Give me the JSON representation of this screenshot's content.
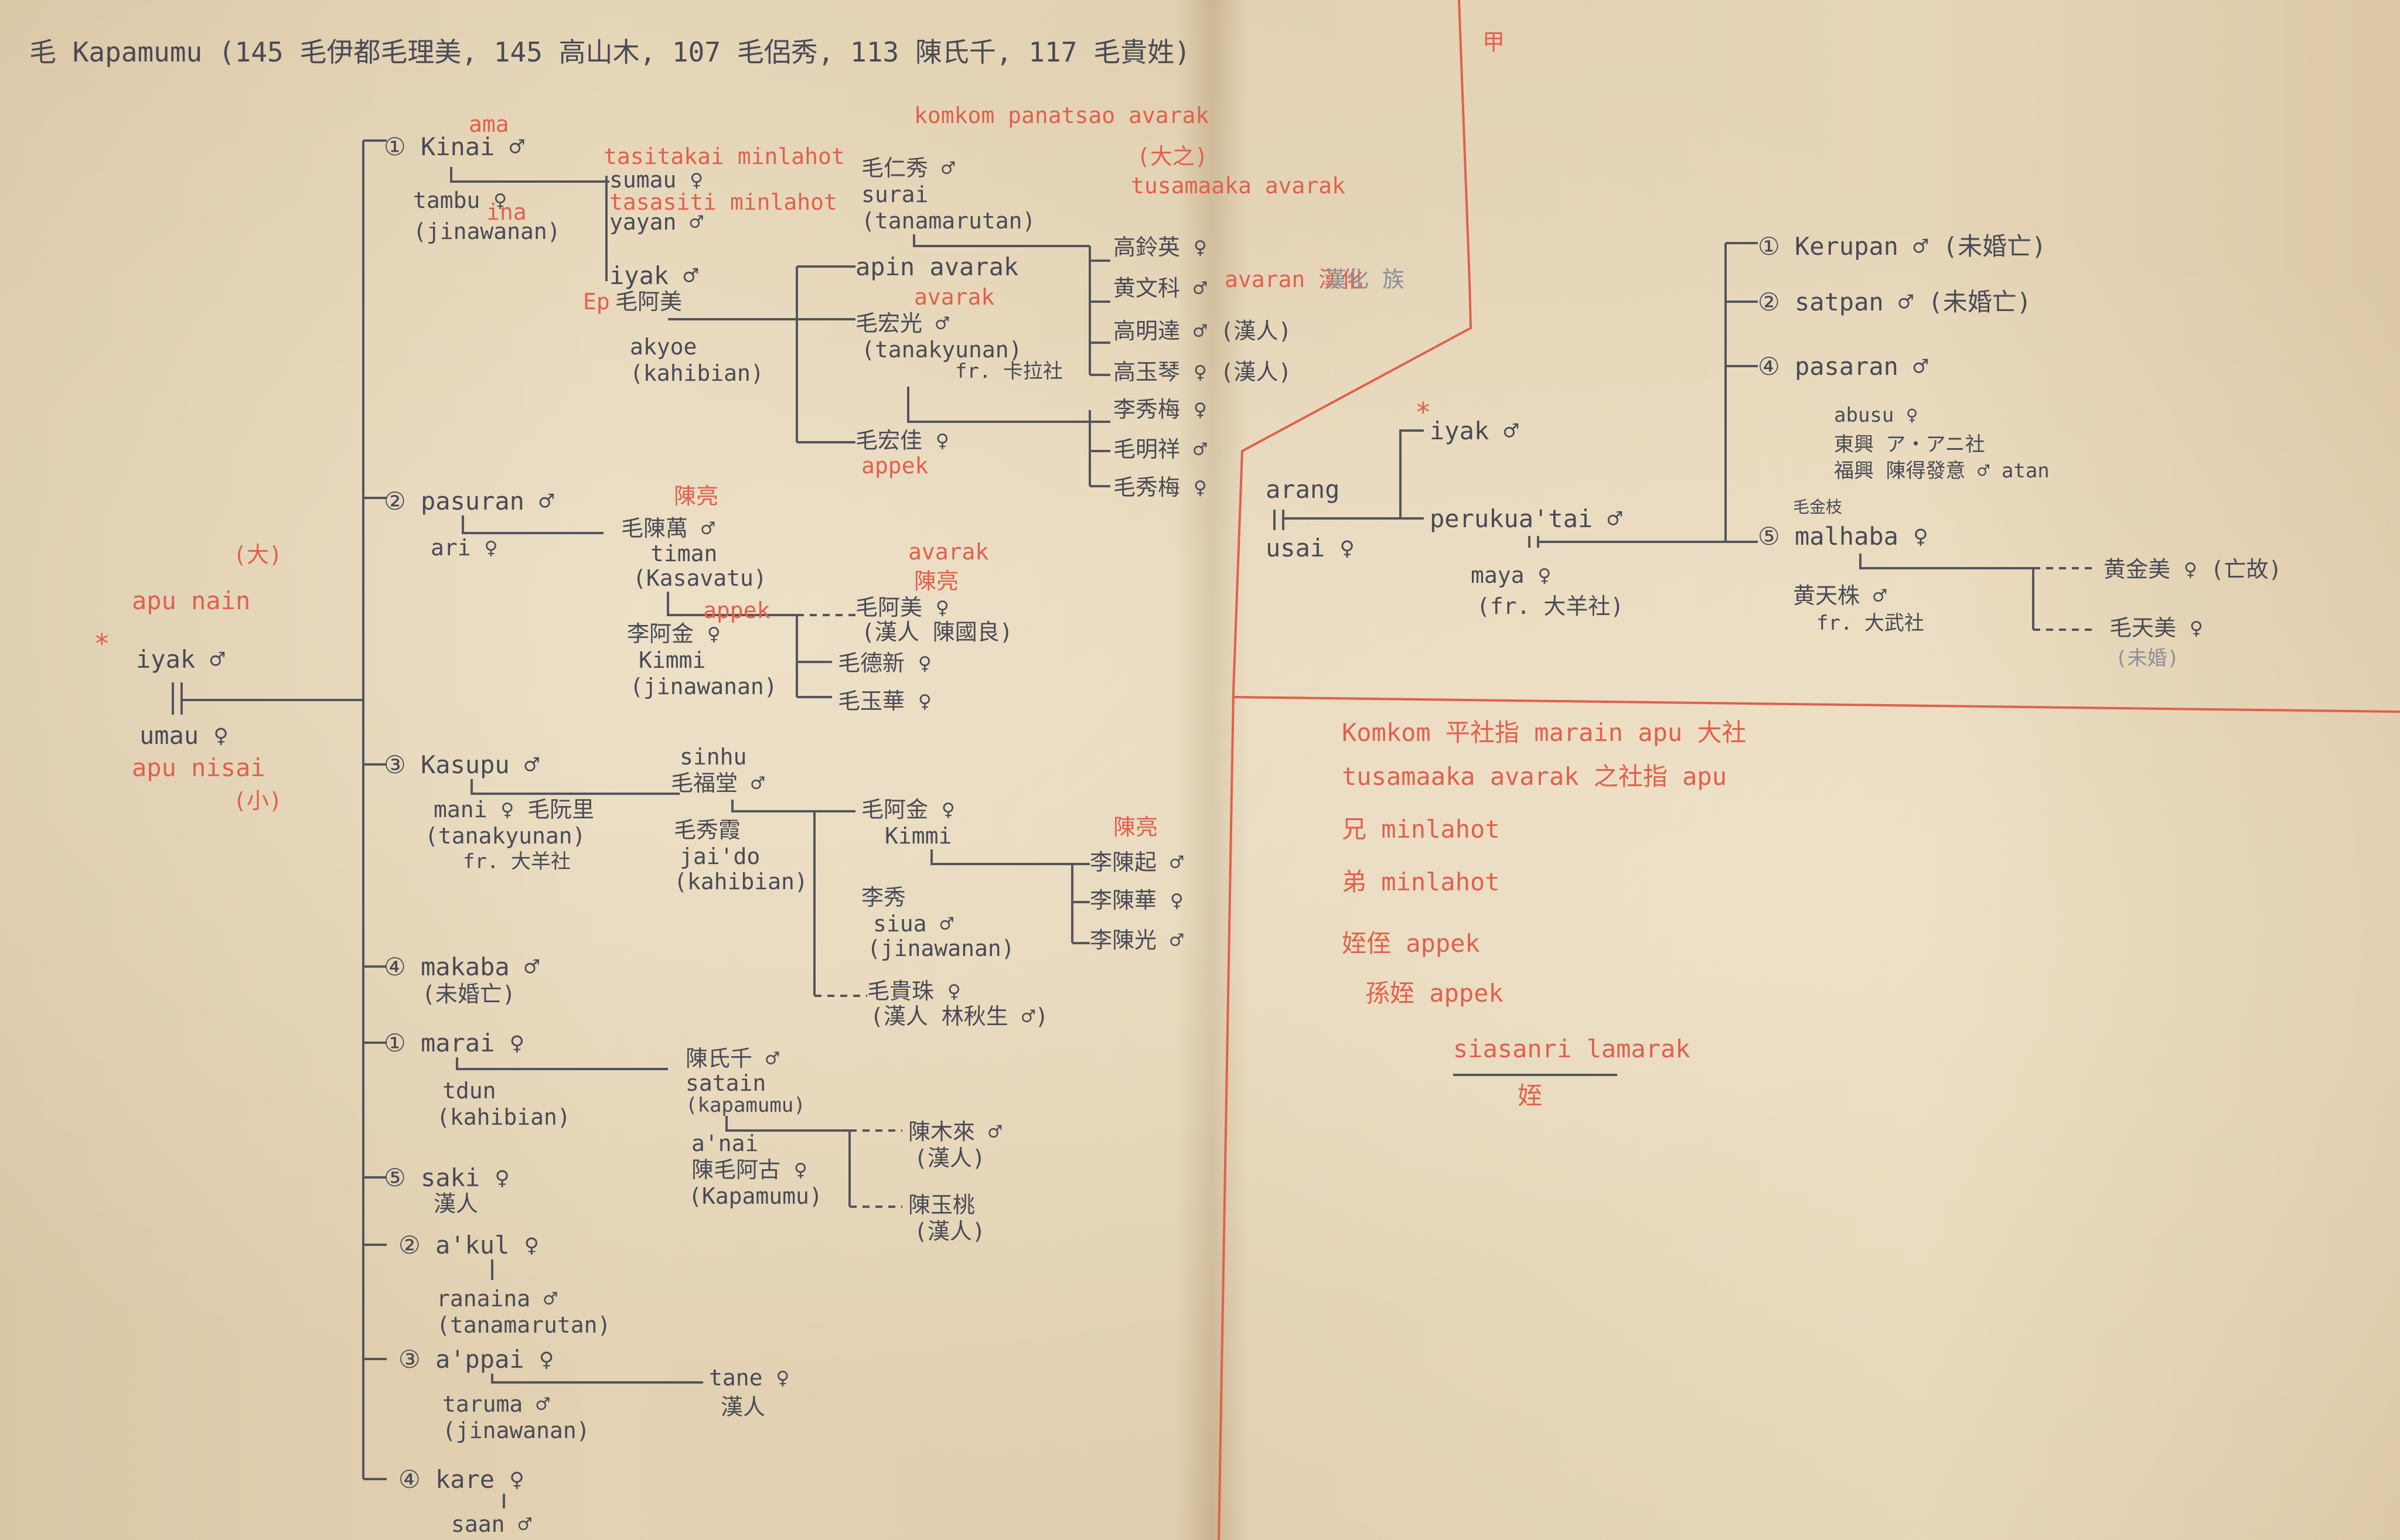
{
  "header": {
    "title": "毛 Kapamumu (145 毛伊都毛理美, 145 高山木, 107 毛侶秀, 113 陳氏千, 117 毛貴姓)"
  },
  "left_page": {
    "root": {
      "marker": "*",
      "husband": "iyak ♂",
      "husband_red": "apu nain",
      "husband_red_note": "(大)",
      "wife": "umau ♀",
      "wife_red": "apu nisai",
      "wife_red_note": "(小)"
    },
    "kinai_branch": {
      "child": "① Kinai ♂",
      "child_red": "ama",
      "spouse": "tambu ♀",
      "spouse_red": "ina",
      "spouse_origin": "(jinawanan)",
      "c1": "sumau ♀",
      "c1_red": "tasitakai minlahot",
      "c2": "yayan ♂",
      "c2_red": "tasasiti minlahot",
      "c3": "iyak ♂",
      "c3_chinese": "毛阿美",
      "c3_red": "Ep",
      "c3_spouse": "akyoe",
      "c3_spouse_origin": "(kahibian)",
      "gc1_red": "komkom panatsao avarak",
      "gc1_chinese": "毛仁秀 ♂",
      "gc1": "surai",
      "gc1_origin": "(tanamarutan)",
      "gc2": "apin avarak",
      "gc2_red": "avarak",
      "gc3_chinese": "毛宏光 ♂",
      "gc3_origin": "(tanakyunan)",
      "gc3_note": "fr. 卡拉社",
      "gc4": "毛宏佳 ♀",
      "gc4_red": "appek",
      "ggc_red": "tusamaaka avarak",
      "ggc_red_note": "(大之)",
      "ggc1": "高鈴英 ♀",
      "ggc2": "黄文科 ♂",
      "ggc3": "高明達 ♂ (漢人)",
      "ggc4": "高玉琴 ♀ (漢人)",
      "ggc5": "李秀梅 ♀",
      "ggc6": "毛明祥 ♂",
      "ggc7": "毛秀梅 ♀",
      "grey_note": "avaran 漢化",
      "grey_note2": "漢化 族"
    },
    "pasuran_branch": {
      "child": "② pasuran ♂",
      "spouse": "ari ♀",
      "c1_red": "陳亮",
      "c1": "毛陳萬 ♂",
      "c1_name": "timan",
      "c1_origin": "(Kasavatu)",
      "c2": "李阿金 ♀",
      "c2_name": "Kimmi",
      "c2_origin": "(jinawanan)",
      "gc_red": "avarak",
      "gc_red2": "陳亮",
      "gc_red3": "appek",
      "gc1": "毛阿美 ♀",
      "gc1_note": "(漢人 陳國良)",
      "gc2": "毛德新 ♀",
      "gc3": "毛玉華 ♀"
    },
    "kasupu_branch": {
      "child": "③ Kasupu ♂",
      "spouse": "mani ♀ 毛阮里",
      "spouse_origin": "(tanakyunan)",
      "spouse_note": "fr. 大羊社",
      "c1_name": "sinhu",
      "c1": "毛福堂 ♂",
      "c2": "毛秀霞",
      "c2_name": "jai'do",
      "c2_origin": "(kahibian)",
      "gc1": "毛阿金 ♀",
      "gc1_name": "Kimmi",
      "gc2": "李秀",
      "gc2_name": "siua ♂",
      "gc2_origin": "(jinawanan)",
      "gc3": "毛貴珠 ♀",
      "gc3_note": "(漢人 林秋生 ♂)",
      "ggc_red": "陳亮",
      "ggc1": "李陳起 ♂",
      "ggc2": "李陳華 ♀",
      "ggc3": "李陳光 ♂"
    },
    "makaba": {
      "child": "④ makaba ♂",
      "note": "(未婚亡)"
    },
    "marai_branch": {
      "child": "① marai ♀",
      "spouse": "tdun",
      "spouse_origin": "(kahibian)",
      "c1": "陳氏千 ♂",
      "c1_name": "satain",
      "c1_origin": "(kapamumu)",
      "c2_name": "a'nai",
      "c2": "陳毛阿古 ♀",
      "c2_origin": "(Kapamumu)",
      "gc1": "陳木來 ♂",
      "gc1_note": "(漢人)",
      "gc2": "陳玉桃",
      "gc2_note": "(漢人)"
    },
    "saki": {
      "child": "⑤ saki ♀",
      "note": "漢人"
    },
    "aikul_branch": {
      "child": "② a'kul ♀",
      "spouse": "ranaina ♂",
      "spouse_origin": "(tanamarutan)"
    },
    "appai_branch": {
      "child": "③ a'ppai ♀",
      "spouse": "taruma ♂",
      "spouse_origin": "(jinawanan)",
      "c1": "tane ♀",
      "c1_note": "漢人"
    },
    "kare_branch": {
      "child": "④ kare ♀",
      "spouse": "saan ♂"
    }
  },
  "right_page": {
    "corner_mark": "甲",
    "arang": "arang",
    "usai": "usai ♀",
    "marker": "*",
    "iyak": "iyak ♂",
    "perukuatai": "perukua'tai ♂",
    "maya": "maya ♀",
    "maya_note": "(fr. 大羊社)",
    "c1": "① Kerupan ♂ (未婚亡)",
    "c2": "② satpan ♂ (未婚亡)",
    "c3": "④ pasaran ♂",
    "c3_spouse": "abusu ♀",
    "c3_note1": "東興 ア・アニ社",
    "c3_note2": "福興 陳得發意 ♂ atan",
    "c5_chinese": "毛金枝",
    "c5": "⑤ malhaba ♀",
    "c5_spouse": "黄天株 ♂",
    "c5_spouse_note": "fr. 大武社",
    "gc1": "黄金美 ♀ (亡故)",
    "gc2": "毛天美 ♀",
    "gc2_note": "(未婚)",
    "notes": [
      "Komkom 平社指 marain apu 大社",
      "tusamaaka avarak 之社指 apu",
      "兄 minlahot",
      "弟 minlahot",
      "姪侄 appek",
      "孫姪 appek",
      "siasanri lamarak",
      "姪"
    ]
  }
}
